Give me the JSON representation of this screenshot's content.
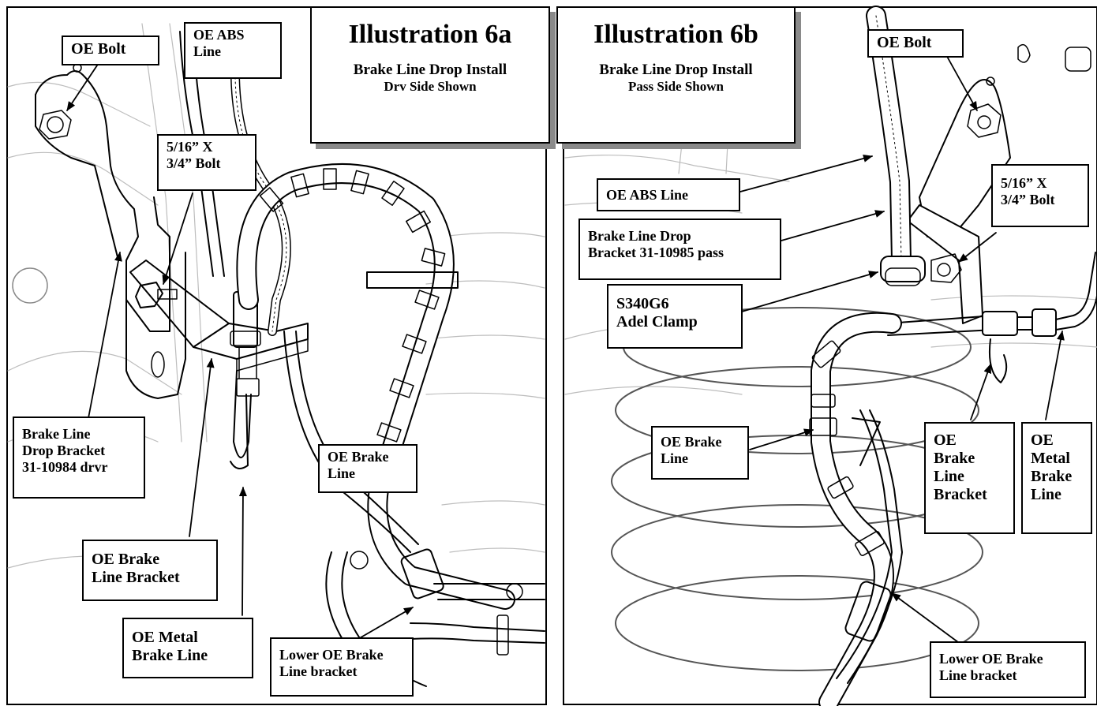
{
  "panels": {
    "a": {
      "title": "Illustration 6a",
      "subtitle_line1": "Brake Line Drop Install",
      "subtitle_line2": "Drv Side Shown",
      "labels": {
        "oe_bolt": "OE Bolt",
        "oe_abs_line": "OE ABS\nLine",
        "bolt_size": "5/16” X\n3/4” Bolt",
        "drop_bracket": "Brake Line\nDrop Bracket\n31-10984 drvr",
        "oe_brake_line": "OE Brake\nLine",
        "oe_brake_line_bracket": "OE Brake\nLine Bracket",
        "oe_metal_brake_line": "OE Metal\nBrake Line",
        "lower_bracket": "Lower OE Brake\nLine bracket"
      }
    },
    "b": {
      "title": "Illustration 6b",
      "subtitle_line1": "Brake Line Drop Install",
      "subtitle_line2": "Pass Side Shown",
      "labels": {
        "oe_bolt": "OE Bolt",
        "oe_abs_line": "OE ABS Line",
        "drop_bracket": "Brake Line Drop\nBracket 31-10985 pass",
        "bolt_size": "5/16” X\n3/4” Bolt",
        "adel_clamp": "S340G6\nAdel Clamp",
        "oe_brake_line": "OE Brake\nLine",
        "oe_brake_line_bracket": "OE\nBrake\nLine\nBracket",
        "oe_metal_brake_line": "OE\nMetal\nBrake\nLine",
        "lower_bracket": "Lower OE Brake\nLine bracket"
      }
    }
  }
}
